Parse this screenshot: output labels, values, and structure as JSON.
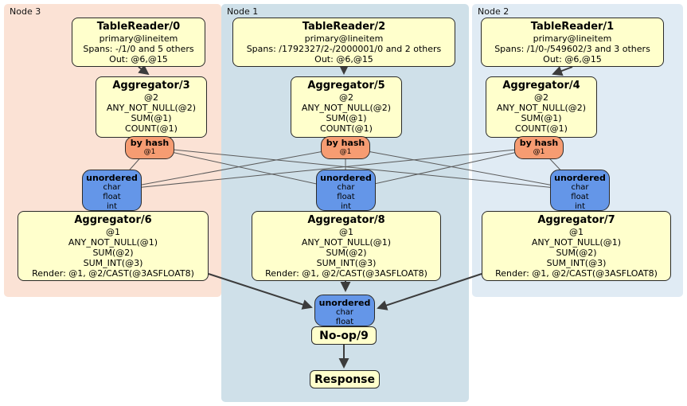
{
  "colors": {
    "processor_fill": "#ffffcc",
    "router_fill": "#f69c72",
    "sync_fill": "#6496e8",
    "node3_bg": "#fbe2d5",
    "node1_bg": "#cfe0e9",
    "node2_bg": "#e0ebf4",
    "edge_thick": "#3c3c3c",
    "edge_thin": "#5a5a5a"
  },
  "groups": {
    "node3": {
      "label": "Node 3",
      "table_reader": {
        "title": "TableReader/0",
        "index": "primary@lineitem",
        "spans": "Spans: -/1/0 and 5 others",
        "out": "Out: @6,@15"
      },
      "stage1_aggregator": {
        "title": "Aggregator/3",
        "lines": [
          "@2",
          "ANY_NOT_NULL(@2)",
          "SUM(@1)",
          "COUNT(@1)"
        ]
      },
      "router": {
        "title": "by hash",
        "col": "@1"
      },
      "sync": {
        "title": "unordered",
        "types": [
          "char",
          "float",
          "int"
        ]
      },
      "stage2_aggregator": {
        "title": "Aggregator/6",
        "lines": [
          "@1",
          "ANY_NOT_NULL(@1)",
          "SUM(@2)",
          "SUM_INT(@3)",
          "Render: @1, @2/CAST(@3ASFLOAT8)"
        ]
      }
    },
    "node1": {
      "label": "Node 1",
      "table_reader": {
        "title": "TableReader/2",
        "index": "primary@lineitem",
        "spans": "Spans: /1792327/2-/2000001/0 and 2 others",
        "out": "Out: @6,@15"
      },
      "stage1_aggregator": {
        "title": "Aggregator/5",
        "lines": [
          "@2",
          "ANY_NOT_NULL(@2)",
          "SUM(@1)",
          "COUNT(@1)"
        ]
      },
      "router": {
        "title": "by hash",
        "col": "@1"
      },
      "sync": {
        "title": "unordered",
        "types": [
          "char",
          "float",
          "int"
        ]
      },
      "stage2_aggregator": {
        "title": "Aggregator/8",
        "lines": [
          "@1",
          "ANY_NOT_NULL(@1)",
          "SUM(@2)",
          "SUM_INT(@3)",
          "Render: @1, @2/CAST(@3ASFLOAT8)"
        ]
      }
    },
    "node2": {
      "label": "Node 2",
      "table_reader": {
        "title": "TableReader/1",
        "index": "primary@lineitem",
        "spans": "Spans: /1/0-/549602/3 and 3 others",
        "out": "Out: @6,@15"
      },
      "stage1_aggregator": {
        "title": "Aggregator/4",
        "lines": [
          "@2",
          "ANY_NOT_NULL(@2)",
          "SUM(@1)",
          "COUNT(@1)"
        ]
      },
      "router": {
        "title": "by hash",
        "col": "@1"
      },
      "sync": {
        "title": "unordered",
        "types": [
          "char",
          "float",
          "int"
        ]
      },
      "stage2_aggregator": {
        "title": "Aggregator/7",
        "lines": [
          "@1",
          "ANY_NOT_NULL(@1)",
          "SUM(@2)",
          "SUM_INT(@3)",
          "Render: @1, @2/CAST(@3ASFLOAT8)"
        ]
      }
    }
  },
  "final": {
    "sync": {
      "title": "unordered",
      "types": [
        "char",
        "float"
      ]
    },
    "noop": {
      "title": "No-op/9"
    },
    "response": {
      "title": "Response"
    }
  }
}
